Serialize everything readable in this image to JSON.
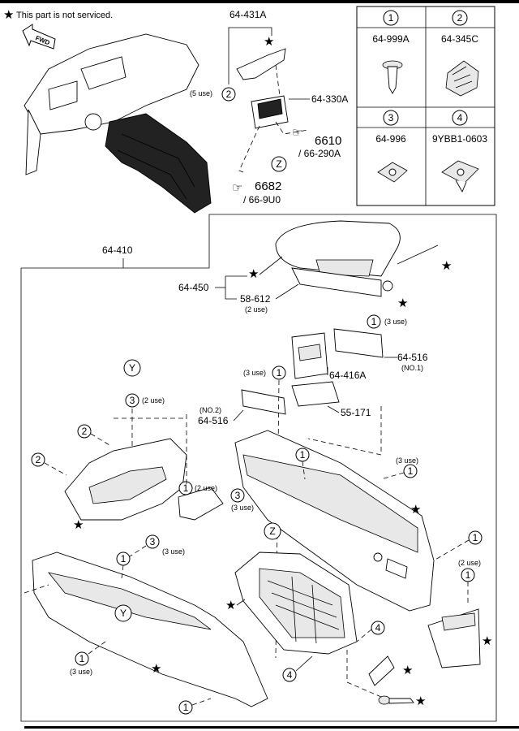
{
  "legend": {
    "star": "★",
    "text": "This part is not serviced."
  },
  "fwd": "FWD",
  "table": {
    "cells": [
      {
        "num": "1",
        "part": "64-999A",
        "icon": "push-rivet-icon"
      },
      {
        "num": "2",
        "part": "64-345C",
        "icon": "clip-icon"
      },
      {
        "num": "3",
        "part": "64-996",
        "icon": "nut-clip-icon"
      },
      {
        "num": "4",
        "part": "9YBB1-0603",
        "icon": "spring-nut-icon"
      }
    ]
  },
  "labels": {
    "p64431A": "64-431A",
    "use5": "(5 use)",
    "p64330A": "64-330A",
    "ref6610": "6610",
    "ref66290A": "/ 66-290A",
    "ref6682": "6682",
    "ref669U0": "/ 66-9U0",
    "p64410": "64-410",
    "p64450": "64-450",
    "p58612": "58-612",
    "use2a": "(2 use)",
    "use3a": "(3 use)",
    "p64516no1": "64-516",
    "no1": "(NO.1)",
    "p64416A": "64-416A",
    "use3b": "(3 use)",
    "no2": "(NO.2)",
    "p64516no2": "64-516",
    "p55171": "55-171",
    "use2b": "(2 use)",
    "use3c": "(3 use)",
    "use2c": "(2 use)",
    "use3d": "(3 use)",
    "use3e": "(3 use)",
    "use2d": "(2 use)",
    "use3f": "(3 use)"
  },
  "callouts": {
    "one": "1",
    "two": "2",
    "three": "3",
    "four": "4",
    "y": "Y",
    "z": "Z"
  }
}
